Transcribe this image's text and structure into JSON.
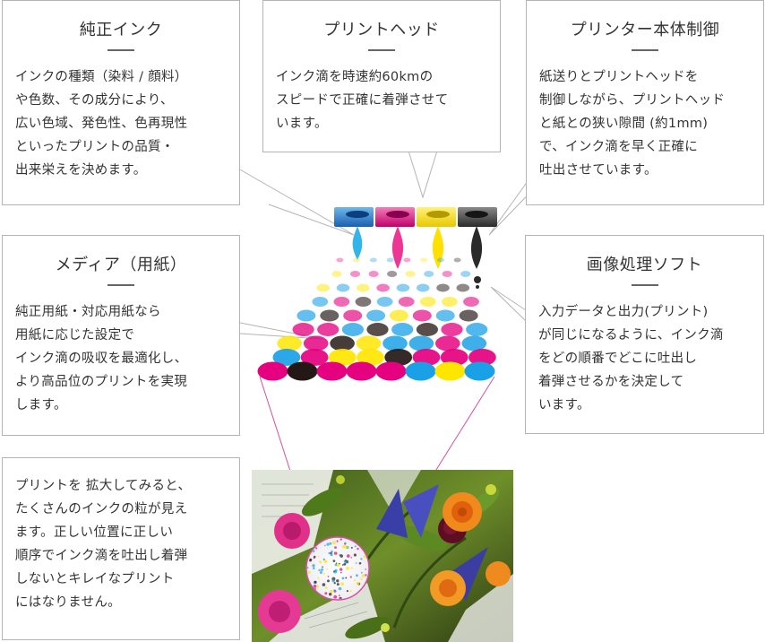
{
  "boxes": {
    "genuine_ink": {
      "title": "純正インク",
      "lines": [
        "インクの種類（染料 / 顔料）",
        "や色数、その成分により、",
        "広い色域、発色性、色再現性",
        "といったプリントの品質・",
        "出来栄えを決めます。"
      ]
    },
    "print_head": {
      "title": "プリントヘッド",
      "lines": [
        "インク滴を時速約60kmの",
        "スピードで正確に着弾させて",
        "います。"
      ]
    },
    "printer_control": {
      "title": "プリンター本体制御",
      "lines": [
        "紙送りとプリントヘッドを",
        "制御しながら、プリントヘッド",
        "と紙との狭い隙間 (約1mm)",
        "で、インク滴を早く正確に",
        "吐出させています。"
      ]
    },
    "media": {
      "title": "メディア（用紙）",
      "lines": [
        "純正用紙・対応用紙なら",
        "用紙に応じた設定で",
        "インク滴の吸収を最適化し、",
        "より高品位のプリントを実現",
        "します。"
      ]
    },
    "image_processing": {
      "title": "画像処理ソフト",
      "lines": [
        "入力データと出力(プリント)",
        "が同じになるように、インク滴",
        "をどの順番でどこに吐出し",
        "着弾させるかを決定して",
        "います。"
      ]
    },
    "magnify": {
      "lines": [
        "プリントを 拡大してみると、",
        "たくさんのインクの粒が見え",
        "ます。正しい位置に正しい",
        "順序でインク滴を吐出し着弾",
        "しないとキレイなプリント",
        "にはなりません。"
      ]
    }
  },
  "colors": {
    "cyan": "#1aa0e6",
    "magenta": "#e5007f",
    "yellow": "#ffe600",
    "black": "#231815",
    "border": "#b4b4b4"
  }
}
